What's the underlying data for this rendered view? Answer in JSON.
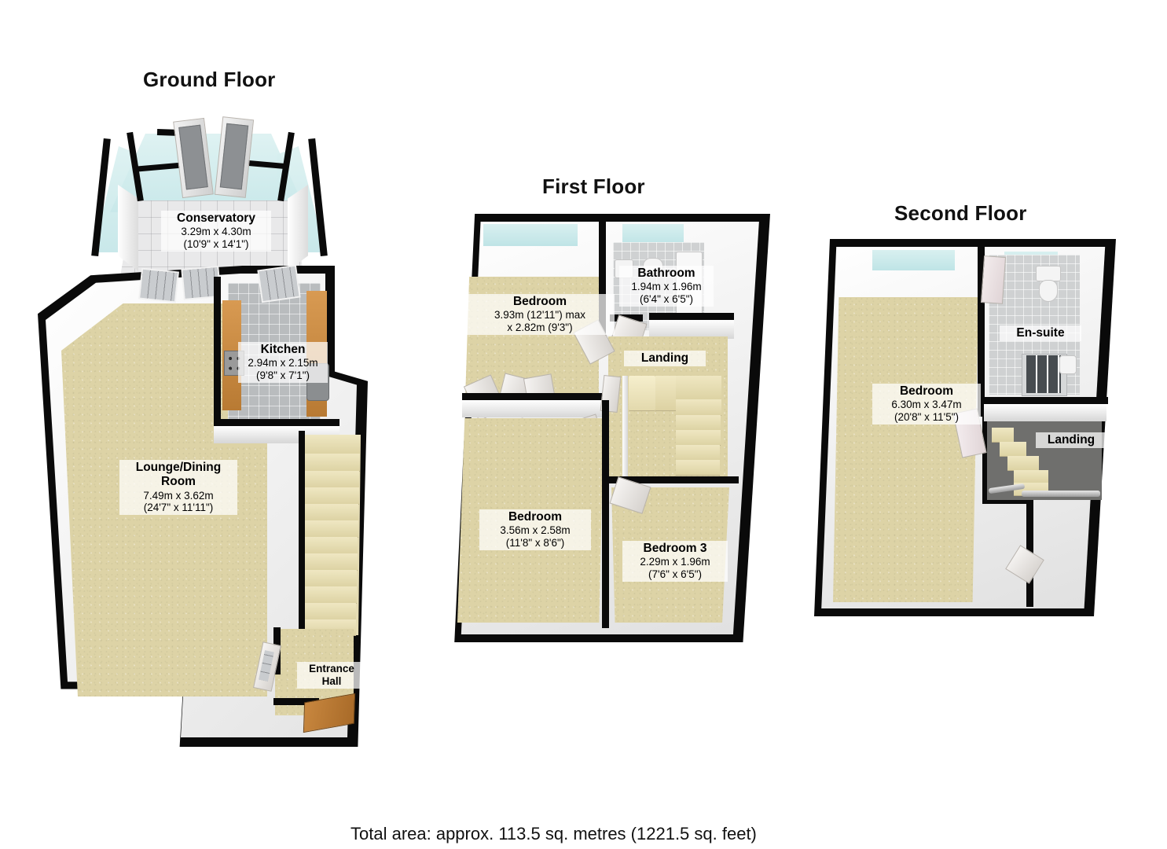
{
  "document": {
    "type": "property-floor-plan",
    "total_area": "Total area: approx. 113.5 sq. metres (1221.5 sq. feet)"
  },
  "floors": [
    {
      "id": "ground",
      "title": "Ground Floor",
      "rooms": [
        {
          "name": "Conservatory",
          "dim_metric": "3.29m x 4.30m",
          "dim_imperial": "(10'9\" x 14'1\")"
        },
        {
          "name": "Kitchen",
          "dim_metric": "2.94m x 2.15m",
          "dim_imperial": "(9'8\" x 7'1\")"
        },
        {
          "name": "Lounge/Dining",
          "name2": "Room",
          "dim_metric": "7.49m x 3.62m",
          "dim_imperial": "(24'7\" x 11'11\")"
        },
        {
          "name": "Entrance",
          "name2": "Hall",
          "dim_metric": "",
          "dim_imperial": ""
        }
      ]
    },
    {
      "id": "first",
      "title": "First Floor",
      "rooms": [
        {
          "name": "Bedroom",
          "dim_metric": "3.93m (12'11\") max",
          "dim_imperial": "x 2.82m (9'3\")"
        },
        {
          "name": "Bathroom",
          "dim_metric": "1.94m x 1.96m",
          "dim_imperial": "(6'4\" x 6'5\")"
        },
        {
          "name": "Landing",
          "dim_metric": "",
          "dim_imperial": ""
        },
        {
          "name": "Bedroom",
          "dim_metric": "3.56m x 2.58m",
          "dim_imperial": "(11'8\" x 8'6\")"
        },
        {
          "name": "Bedroom 3",
          "dim_metric": "2.29m x 1.96m",
          "dim_imperial": "(7'6\" x 6'5\")"
        }
      ]
    },
    {
      "id": "second",
      "title": "Second Floor",
      "rooms": [
        {
          "name": "Bedroom",
          "dim_metric": "6.30m x 3.47m",
          "dim_imperial": "(20'8\" x 11'5\")"
        },
        {
          "name": "En-suite",
          "dim_metric": "",
          "dim_imperial": ""
        },
        {
          "name": "Landing",
          "dim_metric": "",
          "dim_imperial": ""
        }
      ]
    }
  ],
  "colors": {
    "background": "#ffffff",
    "wall_outline": "#0a0a0a",
    "carpet": "#ddd3a6",
    "tile_kitchen": "#b9bcbe",
    "tile_conservatory": "#e9e9ea",
    "glass": "#cfe8e9",
    "stairs": "#e5dcb4",
    "wood": "#b87a33",
    "text": "#111111"
  }
}
